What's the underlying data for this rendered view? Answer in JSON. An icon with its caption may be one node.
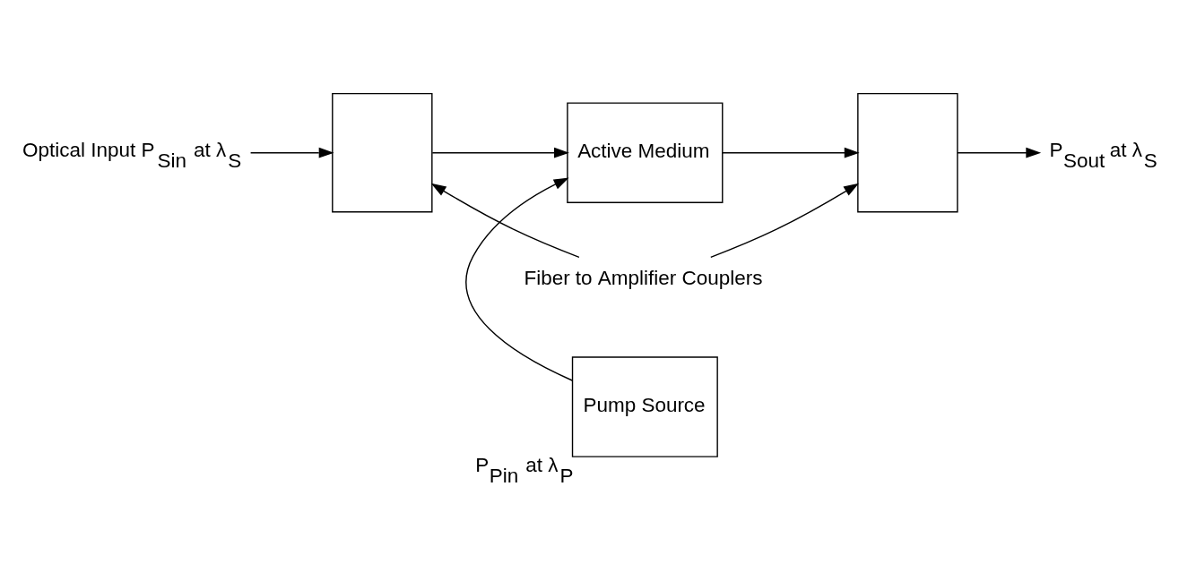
{
  "diagram": {
    "nodes": [
      {
        "text": [
          "Optical Input P$_{Sin}$ at λ$_{S}$"
        ]
      },
      {
        "text": [],
        "shape": "box"
      },
      {
        "text": [
          "Active Medium"
        ]
      },
      {
        "text": [],
        "shape": "box"
      },
      {
        "text": [
          "P$_{Sout}$ at λ$_{S}$"
        ]
      },
      {
        "text": [
          "Pump Source"
        ],
        "beside": [
          "P$_{Pin}$ at λ$_{P}$"
        ]
      },
      {
        "text": [
          "Fiber to Amplifier Couplers"
        ]
      }
    ],
    "edges": [
      {
        "from": 0,
        "to": 1,
        "arrow": "to"
      },
      {
        "from": 1,
        "to": 2,
        "arrow": "to"
      },
      {
        "from": 2,
        "to": 3,
        "arrow": "to"
      },
      {
        "from": 3,
        "to": 4,
        "arrow": "to"
      },
      {
        "from": 5,
        "to": 2,
        "arrow": "to"
      },
      {
        "from": 6,
        "to": 1,
        "arrow": "to"
      },
      {
        "from": 6,
        "to": 3,
        "arrow": "to"
      }
    ]
  }
}
